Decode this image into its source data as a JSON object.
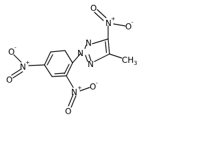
{
  "molecule": {
    "atoms": {
      "triazole_n1": "N",
      "triazole_n2": "N",
      "triazole_n3": "N",
      "top_nitro_n": "N",
      "top_nitro_n_charge": "+",
      "top_nitro_o_double": "O",
      "top_nitro_o_single": "O",
      "top_nitro_o_charge": "-",
      "methyl": "CH",
      "methyl_subscript": "3",
      "ortho_nitro_n": "N",
      "ortho_nitro_n_charge": "+",
      "ortho_nitro_o_double": "O",
      "ortho_nitro_o_single": "O",
      "ortho_nitro_o_charge": "-",
      "para_nitro_n": "N",
      "para_nitro_n_charge": "+",
      "para_nitro_o_double": "O",
      "para_nitro_o_single": "O",
      "para_nitro_o_charge": "-"
    }
  }
}
